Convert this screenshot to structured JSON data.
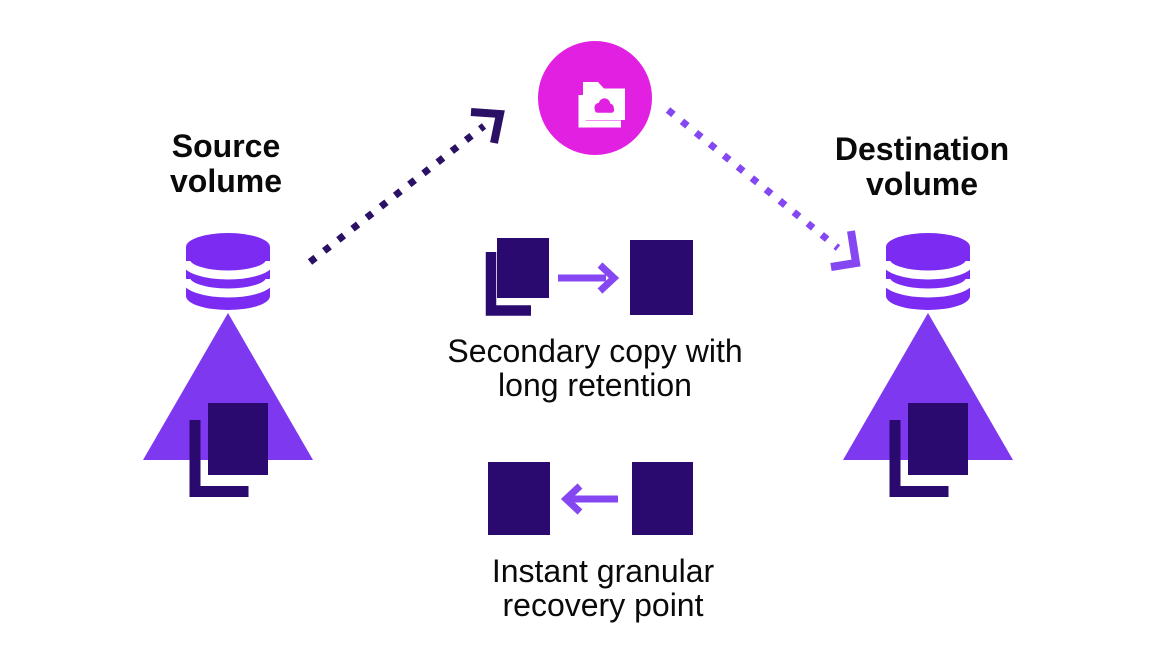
{
  "diagram": {
    "source": {
      "label": "Source\nvolume",
      "icon": "database-volume-icon"
    },
    "destination": {
      "label": "Destination\nvolume",
      "icon": "database-volume-icon"
    },
    "cloud": {
      "icon": "cloud-folder-icon"
    },
    "connections": [
      {
        "from": "source-volume",
        "to": "cloud-folder",
        "style": "dotted",
        "color_ref": "dark_arrow"
      },
      {
        "from": "cloud-folder",
        "to": "destination-volume",
        "style": "dotted",
        "color_ref": "arrow_purple"
      }
    ],
    "flows": [
      {
        "label": "Secondary copy with\nlong retention",
        "direction": "right",
        "from_icon": "copy-stack-icon",
        "to_icon": "volume-block-icon"
      },
      {
        "label": "Instant granular\nrecovery point",
        "direction": "left",
        "from_icon": "volume-block-icon",
        "to_icon": "volume-block-icon"
      }
    ],
    "colors": {
      "magenta": "#E120E1",
      "purple": "#7B2BF2",
      "tri_purple": "#7D38F0",
      "arrow_purple": "#8447F1",
      "dark_indigo": "#2A0A6E",
      "dark_arrow": "#2B1166",
      "text": "#0A0A0A",
      "bg": "#FFFFFF"
    }
  }
}
